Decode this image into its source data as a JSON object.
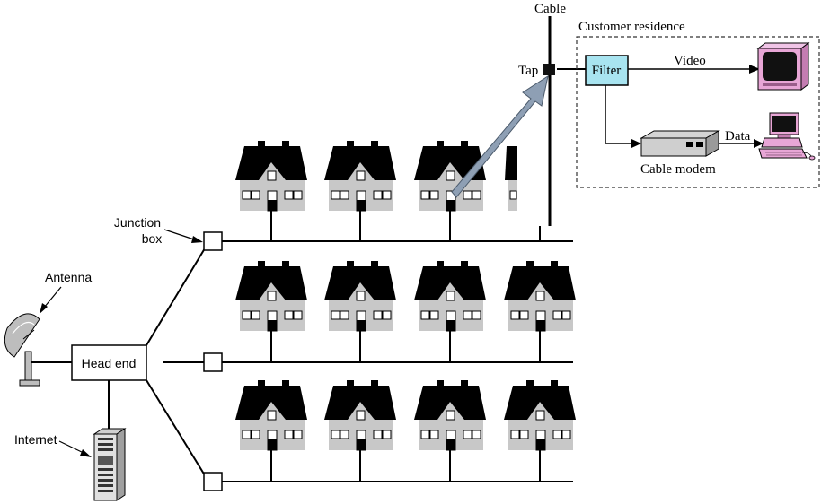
{
  "labels": {
    "cable": "Cable",
    "customer_residence": "Customer residence",
    "tap": "Tap",
    "filter": "Filter",
    "video": "Video",
    "data": "Data",
    "cable_modem": "Cable modem",
    "junction_box_line1": "Junction",
    "junction_box_line2": "box",
    "antenna": "Antenna",
    "head_end": "Head end",
    "internet": "Internet"
  },
  "colors": {
    "filter_fill": "#a8e4f0",
    "monitor_fill": "#e8a6d6",
    "arrow_fill": "#8e9fb4",
    "house_wall": "#c8c8c8",
    "house_roof": "#000000"
  },
  "icons": [
    "satellite-dish-icon",
    "server-rack-icon",
    "tv-monitor-icon",
    "desktop-computer-icon",
    "cable-modem-icon",
    "house-icon"
  ]
}
